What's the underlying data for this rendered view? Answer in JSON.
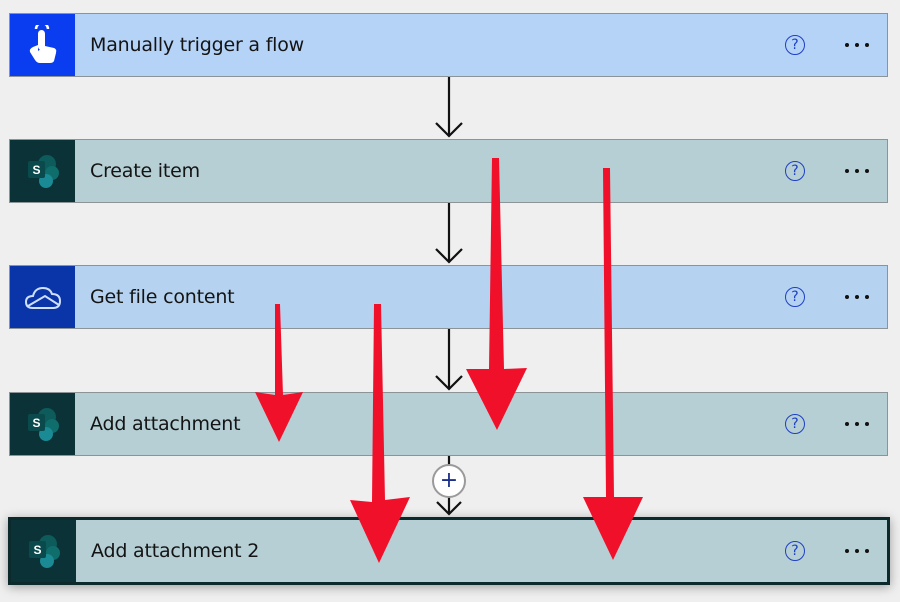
{
  "flow": {
    "steps": [
      {
        "title": "Manually trigger a flow",
        "icon": "hand-pointer-icon",
        "connector": "Manual trigger",
        "icon_bg": "#0a3cf0",
        "card_bg": "#b5d3f7"
      },
      {
        "title": "Create item",
        "icon": "sharepoint-icon",
        "connector": "SharePoint",
        "icon_bg": "#0b3236",
        "card_bg": "#b5cfd4"
      },
      {
        "title": "Get file content",
        "icon": "onedrive-cloud-icon",
        "connector": "OneDrive",
        "icon_bg": "#0a35a8",
        "card_bg": "#b5d3f0"
      },
      {
        "title": "Add attachment",
        "icon": "sharepoint-icon",
        "connector": "SharePoint",
        "icon_bg": "#0b3236",
        "card_bg": "#b5cfd4"
      },
      {
        "title": "Add attachment 2",
        "icon": "sharepoint-icon",
        "connector": "SharePoint",
        "icon_bg": "#0b3236",
        "card_bg": "#b5cfd4",
        "selected": true
      }
    ],
    "help_glyph": "?",
    "insert_step_glyph": "+"
  },
  "annotations": {
    "arrow_color": "#f0102a",
    "arrow_count": 4
  }
}
